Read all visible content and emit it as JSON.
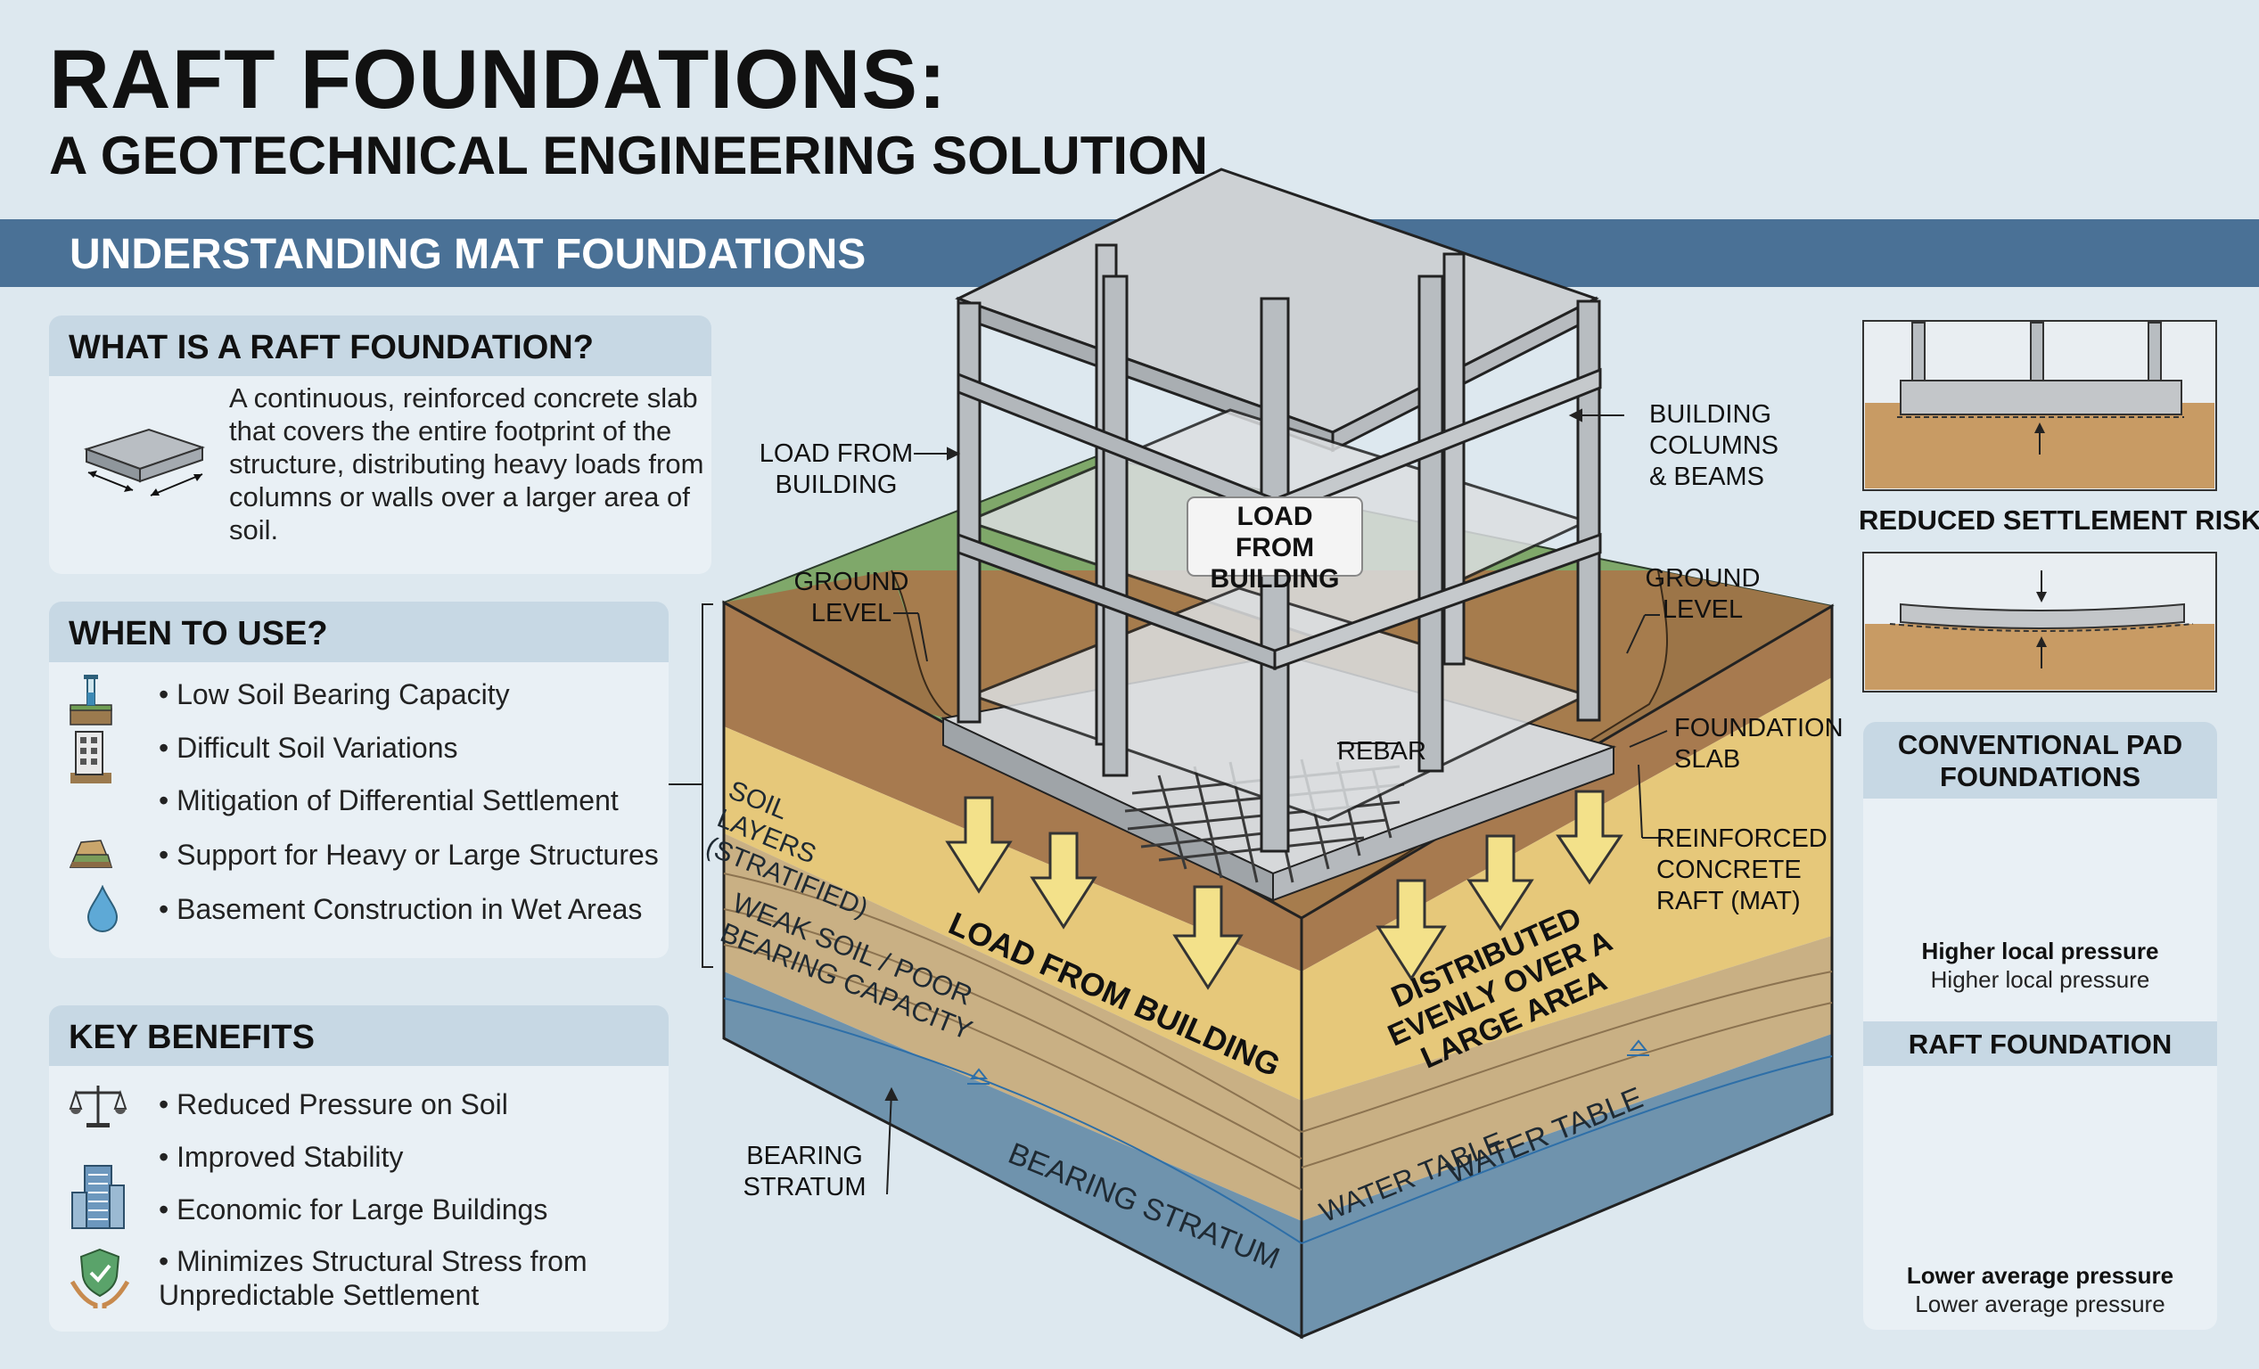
{
  "title": {
    "line1": "RAFT FOUNDATIONS:",
    "line2": "A GEOTECHNICAL ENGINEERING SOLUTION"
  },
  "banner": "UNDERSTANDING MAT FOUNDATIONS",
  "what_is": {
    "heading": "WHAT IS A RAFT FOUNDATION?",
    "text": "A continuous, reinforced concrete slab that covers the entire footprint of the structure, distributing heavy loads from columns or walls over a larger area of soil."
  },
  "when_to_use": {
    "heading": "WHEN TO USE?",
    "items": [
      {
        "icon": "soil-test-icon",
        "label": "Low Soil Bearing Capacity"
      },
      {
        "icon": "building-icon",
        "label": "Difficult Soil Variations"
      },
      {
        "icon": "soil-layers-icon",
        "label": "Mitigation of Differential Settlement"
      },
      {
        "icon": "heavy-structure-icon",
        "label": "Support for Heavy or Large Structures"
      },
      {
        "icon": "water-drop-icon",
        "label": "Basement Construction in Wet Areas"
      }
    ]
  },
  "key_benefits": {
    "heading": "KEY BENEFITS",
    "items": [
      {
        "icon": "scales-icon",
        "label": "Reduced Pressure on Soil"
      },
      {
        "icon": "stability-icon",
        "label": "Improved Stability"
      },
      {
        "icon": "skyscraper-icon",
        "label": "Economic for Large Buildings"
      },
      {
        "icon": "shield-hands-icon",
        "label": "Minimizes Structural Stress from Unpredictable Settlement"
      }
    ]
  },
  "diagram": {
    "load_from_building_left": "LOAD FROM BUILDING",
    "load_from_building_center": "LOAD FROM BUILDING",
    "building_columns": "BUILDING COLUMNS & BEAMS",
    "ground_level_left": "GROUND LEVEL",
    "ground_level_right": "GROUND LEVEL",
    "rebar": "REBAR",
    "foundation_slab": "FOUNDATION SLAB",
    "reinforced_raft": "REINFORCED CONCRETE RAFT (MAT)",
    "soil_layers": "SOIL LAYERS (STRATIFIED)",
    "weak_soil": "WEAK SOIL / POOR BEARING CAPACITY",
    "load_arrows_label": "LOAD FROM BUILDING",
    "distributed": "DISTRIBUTED EVENLY OVER A LARGE AREA",
    "bearing_stratum_left": "BEARING STRATUM",
    "bearing_stratum_face": "BEARING STRATUM",
    "water_table_1": "WATER TABLE",
    "water_table_2": "WATER TABLE"
  },
  "right_panel": {
    "settlement_caption": "REDUCED SETTLEMENT RISK",
    "pad_heading": "CONVENTIONAL PAD FOUNDATIONS",
    "pad_bold": "Higher local pressure",
    "pad_reg": "Higher local pressure",
    "raft_heading": "RAFT FOUNDATION",
    "raft_bold": "Lower average pressure",
    "raft_reg": "Lower average pressure"
  },
  "colors": {
    "banner": "#4a7196",
    "panel_bg": "#e9f0f5",
    "panel_head": "#c7d8e4",
    "grass": "#7fa86a",
    "topsoil": "#a77a4f",
    "sand": "#e6c87a",
    "weak_soil": "#c9b084",
    "bearing": "#6f93ad",
    "concrete": "#c3c6c9"
  }
}
